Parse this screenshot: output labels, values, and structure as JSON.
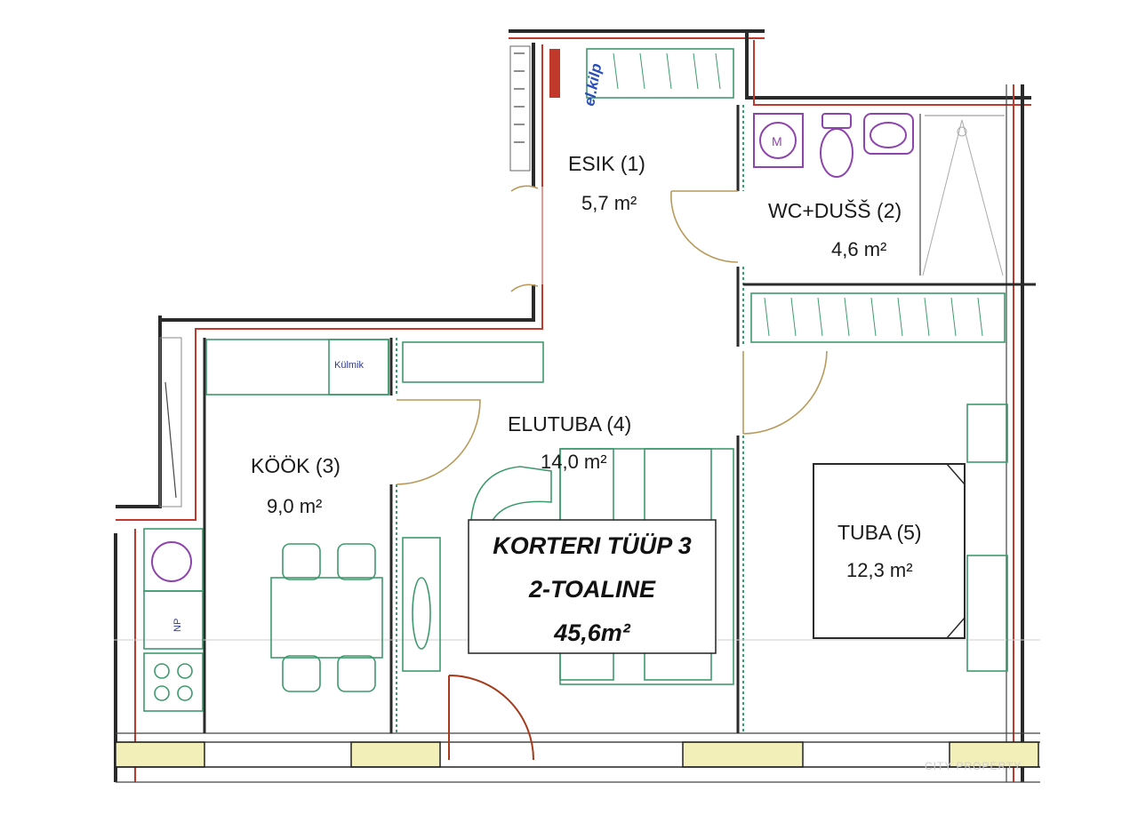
{
  "rooms": [
    {
      "id": "esik",
      "name": "ESIK (1)",
      "area": "5,7 m²"
    },
    {
      "id": "wc",
      "name": "WC+DUŠŠ (2)",
      "area": "4,6 m²"
    },
    {
      "id": "kook",
      "name": "KÖÖK (3)",
      "area": "9,0 m²"
    },
    {
      "id": "elutuba",
      "name": "ELUTUBA (4)",
      "area": "14,0 m²"
    },
    {
      "id": "tuba",
      "name": "TUBA (5)",
      "area": "12,3 m²"
    }
  ],
  "title": {
    "line1": "KORTERI TÜÜP 3",
    "line2": "2-TOALINE",
    "line3": "45,6m²"
  },
  "labels": {
    "el_kilp": "el.kilp",
    "kulmik": "Külmik",
    "np": "NP"
  },
  "watermark": "CITY PROPERTY",
  "colors": {
    "furniture": "#3d9a6c",
    "wall_insulation": "#c0392b",
    "sanitary": "#8e44ad",
    "door": "#b99a5a"
  }
}
